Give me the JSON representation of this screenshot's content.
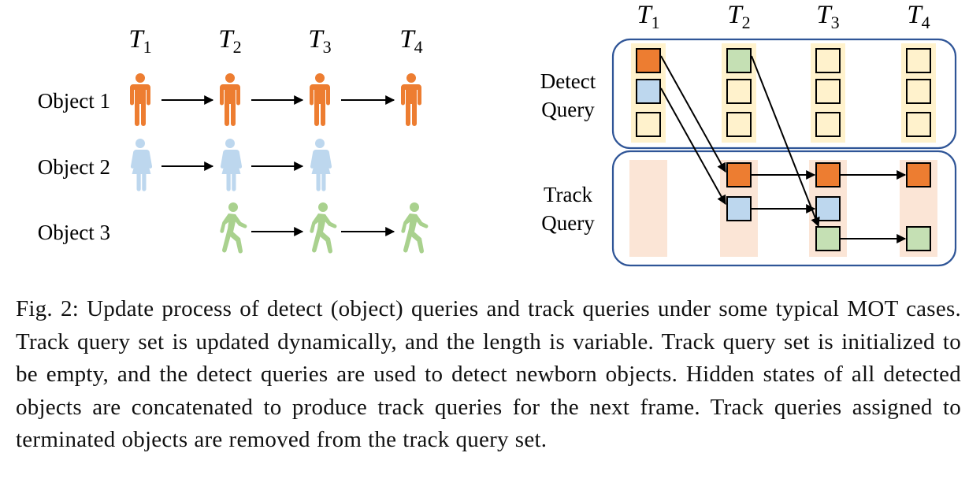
{
  "left": {
    "time_labels": [
      {
        "letter": "T",
        "sub": "1"
      },
      {
        "letter": "T",
        "sub": "2"
      },
      {
        "letter": "T",
        "sub": "3"
      },
      {
        "letter": "T",
        "sub": "4"
      }
    ],
    "objects": [
      {
        "label": "Object 1",
        "figure": "person-standing-icon",
        "frames": [
          1,
          2,
          3,
          4
        ]
      },
      {
        "label": "Object 2",
        "figure": "person-dress-icon",
        "frames": [
          1,
          2,
          3
        ]
      },
      {
        "label": "Object 3",
        "figure": "person-walking-icon",
        "frames": [
          2,
          3,
          4
        ]
      }
    ]
  },
  "right": {
    "time_labels": [
      {
        "letter": "T",
        "sub": "1"
      },
      {
        "letter": "T",
        "sub": "2"
      },
      {
        "letter": "T",
        "sub": "3"
      },
      {
        "letter": "T",
        "sub": "4"
      }
    ],
    "detect_label": [
      "Detect",
      "Query"
    ],
    "track_label": [
      "Track",
      "Query"
    ],
    "detect_columns": [
      [
        "orange",
        "blue",
        "empty"
      ],
      [
        "green",
        "empty",
        "empty"
      ],
      [
        "empty",
        "empty",
        "empty"
      ],
      [
        "empty",
        "empty",
        "empty"
      ]
    ],
    "track_columns": [
      [],
      [
        "orange",
        "blue"
      ],
      [
        "orange",
        "blue",
        "green"
      ],
      [
        "orange",
        "green"
      ]
    ]
  },
  "colors": {
    "orange": "#ed7d31",
    "blue": "#bdd7ee",
    "green": "#c5e0b4",
    "empty": "#fff2cc",
    "detect_strip": "#fff2cc",
    "track_strip": "#fbe5d6",
    "person_orange": "#ed7d31",
    "person_blue": "#bdd7ee",
    "person_green": "#a9d18e",
    "panel_border": "#2f5597"
  },
  "caption": "Fig. 2: Update process of detect (object) queries and track queries under some typical MOT cases. Track query set is updated dynamically, and the length is variable. Track query set is initialized to be empty, and the detect queries are used to detect newborn objects. Hidden states of all detected objects are concatenated to produce track queries for the next frame. Track queries assigned to terminated objects are removed from the track query set."
}
